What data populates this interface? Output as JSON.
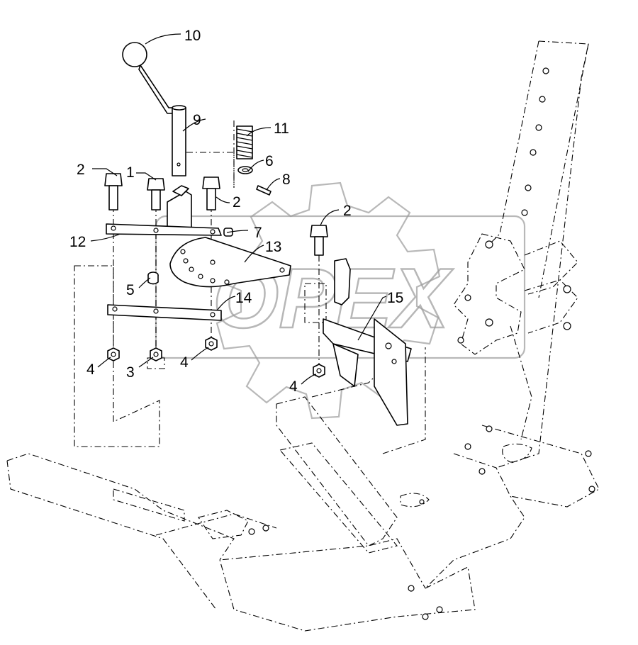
{
  "callouts": [
    {
      "id": "c10",
      "number": "10"
    },
    {
      "id": "c9",
      "number": "9"
    },
    {
      "id": "c11",
      "number": "11"
    },
    {
      "id": "c6",
      "number": "6"
    },
    {
      "id": "c8",
      "number": "8"
    },
    {
      "id": "c2a",
      "number": "2"
    },
    {
      "id": "c1",
      "number": "1"
    },
    {
      "id": "c2b",
      "number": "2"
    },
    {
      "id": "c2c",
      "number": "2"
    },
    {
      "id": "c12",
      "number": "12"
    },
    {
      "id": "c7",
      "number": "7"
    },
    {
      "id": "c13",
      "number": "13"
    },
    {
      "id": "c5",
      "number": "5"
    },
    {
      "id": "c14",
      "number": "14"
    },
    {
      "id": "c15",
      "number": "15"
    },
    {
      "id": "c4a",
      "number": "4"
    },
    {
      "id": "c3",
      "number": "3"
    },
    {
      "id": "c4b",
      "number": "4"
    },
    {
      "id": "c4c",
      "number": "4"
    }
  ],
  "watermark": {
    "text": "OPEX",
    "color": "#9a9a9a",
    "icon": "gear-logo"
  }
}
